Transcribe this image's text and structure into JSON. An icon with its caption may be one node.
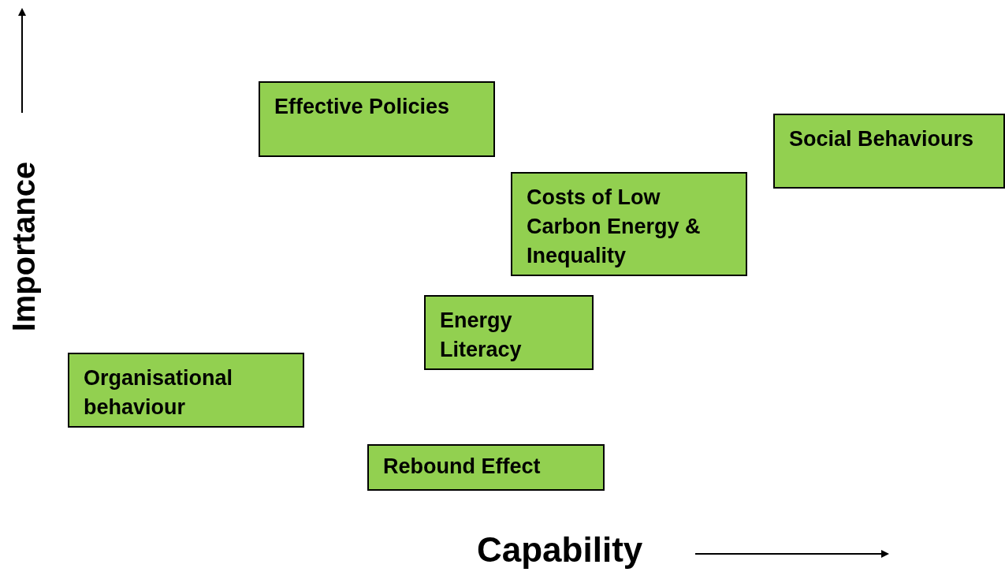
{
  "diagram": {
    "nodes": [
      {
        "text": [
          "Effective Policies"
        ]
      },
      {
        "text": [
          "Social Behaviours"
        ]
      },
      {
        "text": [
          "Costs of Low Carbon Energy & Inequality"
        ]
      },
      {
        "text": [
          "Energy Literacy"
        ]
      },
      {
        "text": [
          "Organisational behaviour"
        ]
      },
      {
        "text": [
          "Rebound Effect"
        ]
      }
    ],
    "edges": [],
    "labels": [
      "Importance",
      "Capability"
    ]
  }
}
